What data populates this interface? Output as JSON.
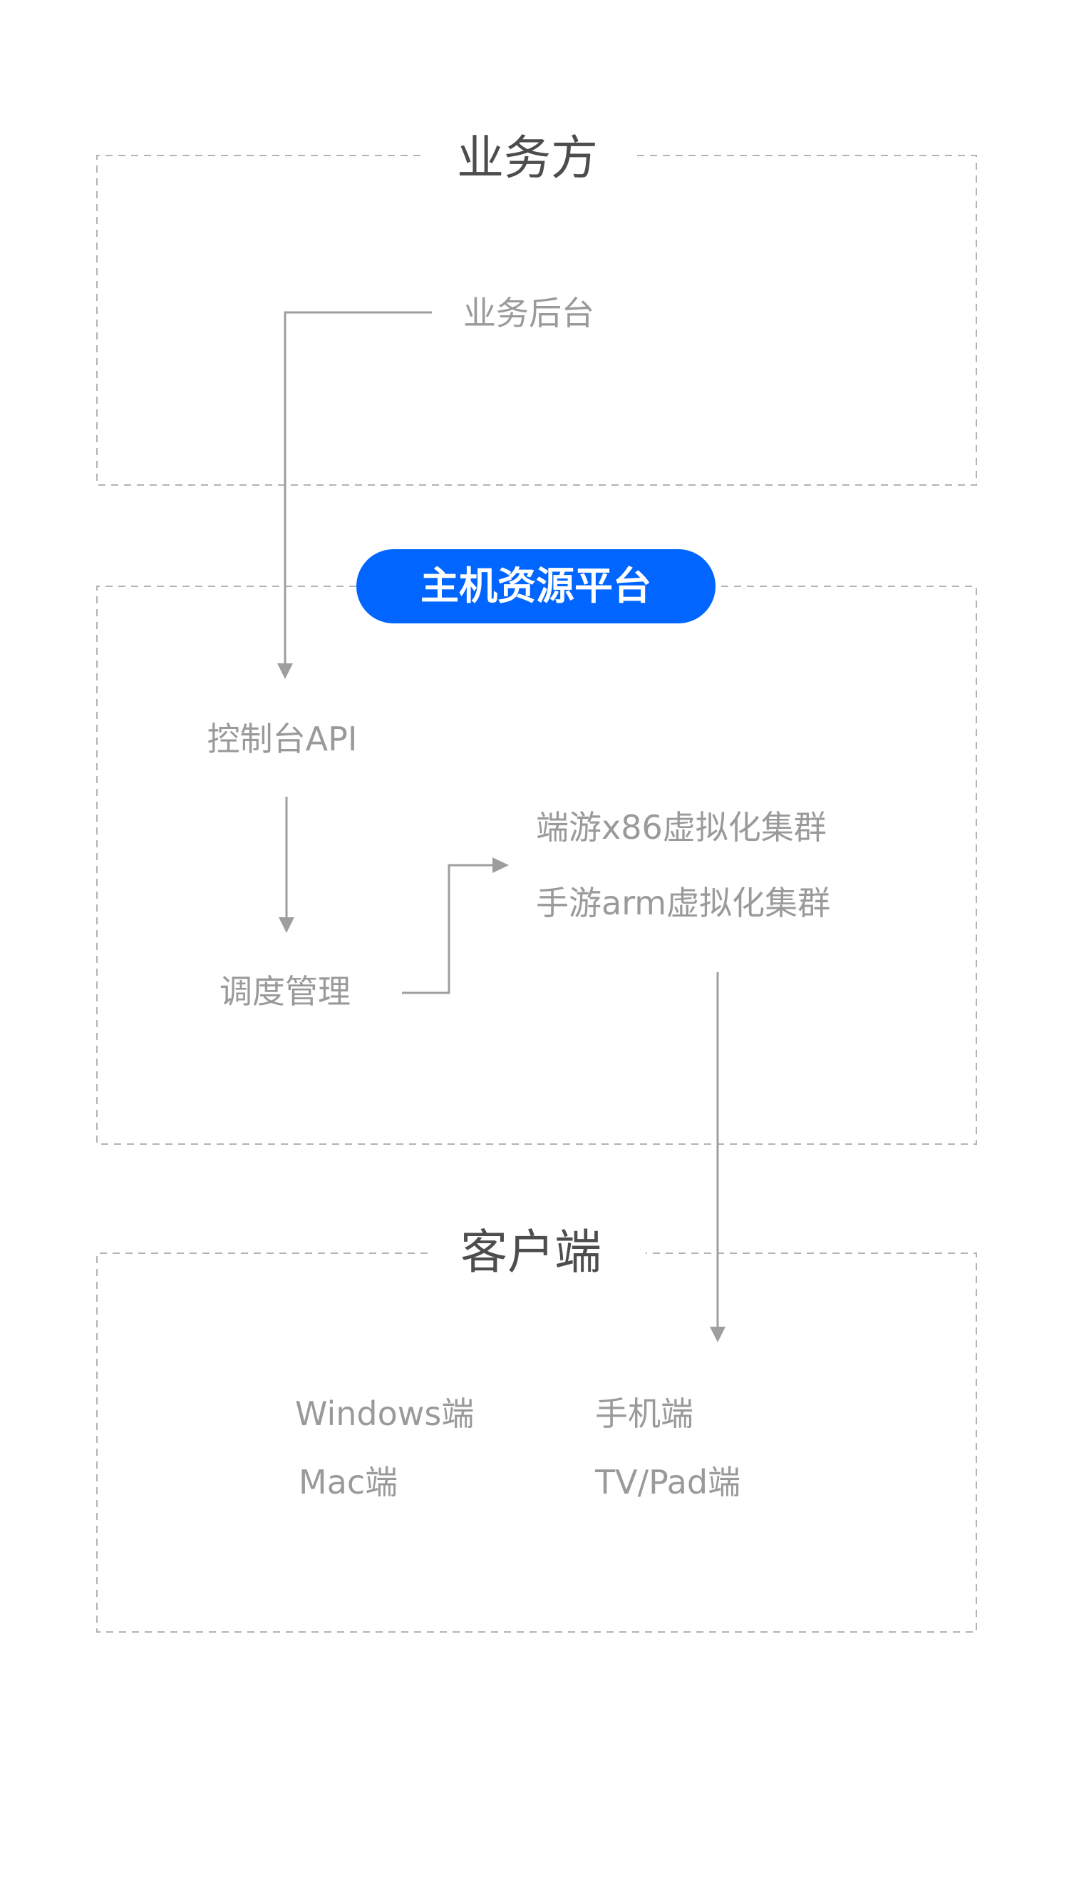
{
  "sections": {
    "business": "业务方",
    "platform": "主机资源平台",
    "client": "客户端"
  },
  "nodes": {
    "business_backend": "业务后台",
    "console_api": "控制台API",
    "scheduling": "调度管理",
    "pc_cluster": "端游x86虚拟化集群",
    "mobile_cluster": "手游arm虚拟化集群",
    "windows_client": "Windows端",
    "phone_client": "手机端",
    "mac_client": "Mac端",
    "tv_pad_client": "TV/Pad端"
  },
  "colors": {
    "badge": "#0066ff",
    "box_border": "#b3b3b3",
    "arrow": "#9e9e9e",
    "node_text": "#9a9a9a",
    "section_text": "#4d4d4d"
  }
}
